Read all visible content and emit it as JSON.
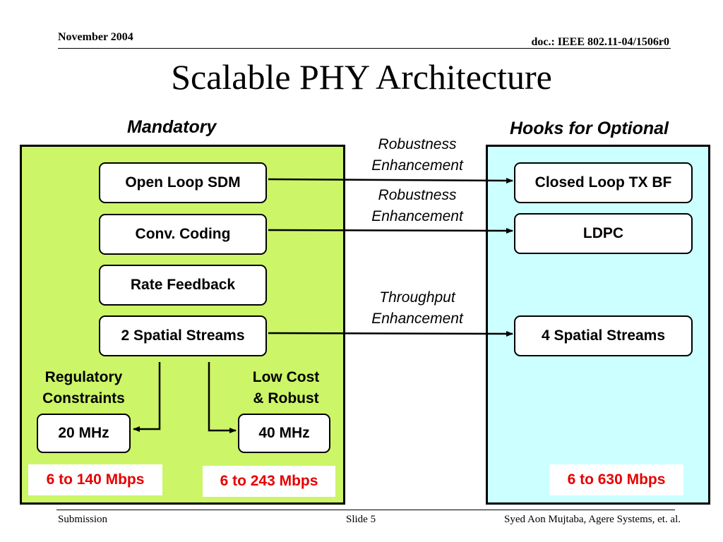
{
  "header": {
    "date": "November 2004",
    "doc_id": "doc.: IEEE 802.11-04/1506r0"
  },
  "title": "Scalable PHY Architecture",
  "mandatory": {
    "heading": "Mandatory",
    "boxes": [
      "Open Loop SDM",
      "Conv. Coding",
      "Rate Feedback",
      "2 Spatial Streams"
    ],
    "regulatory_label": [
      "Regulatory",
      "Constraints"
    ],
    "lowcost_label": [
      "Low Cost",
      "& Robust"
    ],
    "bw_20": "20 MHz",
    "bw_40": "40 MHz",
    "rate_20": "6 to 140 Mbps",
    "rate_40": "6 to 243 Mbps",
    "colors": {
      "panel": "#ccf567"
    }
  },
  "optional": {
    "heading": "Hooks for Optional",
    "boxes": [
      "Closed Loop TX BF",
      "LDPC",
      "4 Spatial Streams"
    ],
    "rate": "6 to 630 Mbps",
    "colors": {
      "panel": "#ccffff"
    }
  },
  "links": [
    {
      "label": [
        "Robustness",
        "Enhancement"
      ]
    },
    {
      "label": [
        "Robustness",
        "Enhancement"
      ]
    },
    {
      "label": [
        "Throughput",
        "Enhancement"
      ]
    }
  ],
  "rate_color": "#e60000",
  "footer": {
    "left": "Submission",
    "center": "Slide 5",
    "right": "Syed Aon Mujtaba, Agere Systems, et. al."
  }
}
